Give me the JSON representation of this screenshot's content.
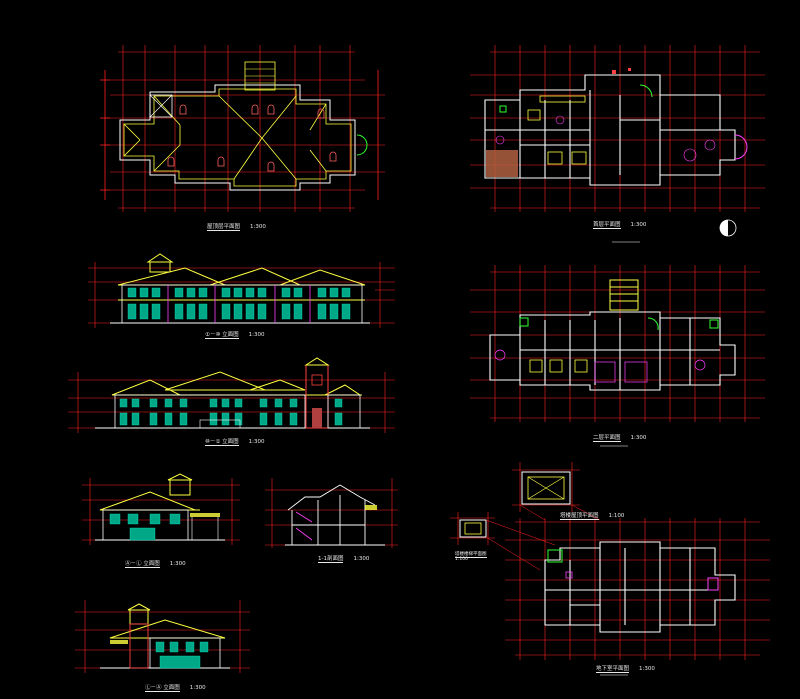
{
  "colors": {
    "background": "#000000",
    "grid": "#ff2020",
    "wall": "#ffffff",
    "roof": "#ffff40",
    "window": "#00c8a0",
    "accent": "#ff40ff",
    "green": "#30ff30",
    "brown": "#b06040"
  },
  "captions": {
    "roof_plan": {
      "title": "屋顶层平面图",
      "scale": "1:300"
    },
    "elev_a": {
      "title": "①－⑩ 立面图",
      "scale": "1:300"
    },
    "elev_b": {
      "title": "⑩－① 立面图",
      "scale": "1:300"
    },
    "elev_c": {
      "title": "Ⓐ－Ⓛ 立面图",
      "scale": "1:300"
    },
    "section": {
      "title": "1-1剖面图",
      "scale": "1:300"
    },
    "elev_d": {
      "title": "Ⓛ－Ⓐ 立面图",
      "scale": "1:300"
    },
    "ground_plan": {
      "title": "首层平面图",
      "scale": "1:300"
    },
    "second_plan": {
      "title": "二层平面图",
      "scale": "1:300"
    },
    "tower_plan": {
      "title": "塔楼屋顶平面图",
      "scale": "1:100"
    },
    "detail_plan": {
      "title": "塔楼楼梯平面图",
      "scale": "1:100"
    },
    "basement_plan": {
      "title": "地下室平面图",
      "scale": "1:300"
    }
  }
}
